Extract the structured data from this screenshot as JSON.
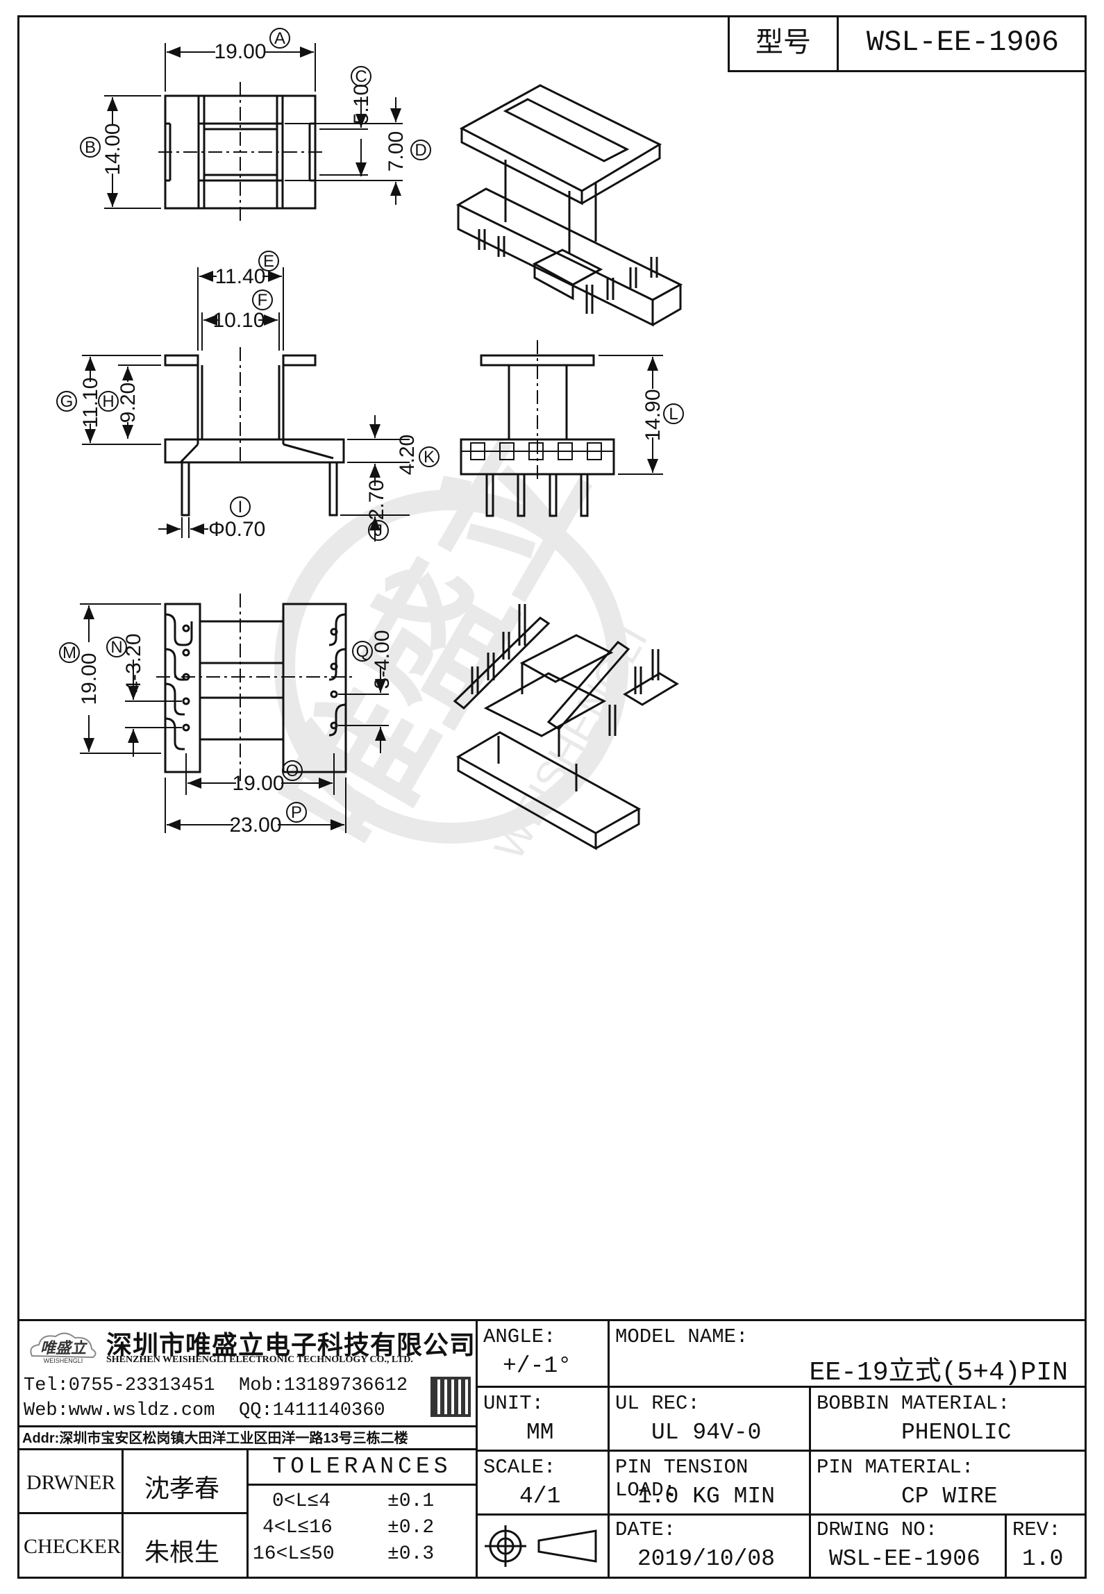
{
  "model_box": {
    "label": "型号",
    "value": "WSL-EE-1906"
  },
  "views": {
    "top": {
      "dims": [
        "19.00",
        "14.00",
        "5.10",
        "7.00"
      ],
      "callouts": [
        "A",
        "B",
        "C",
        "D"
      ]
    },
    "front": {
      "dims": [
        "11.40",
        "10.10",
        "11.10",
        "9.20",
        "4.20",
        "2.70",
        "Φ0.70"
      ],
      "callouts": [
        "E",
        "F",
        "G",
        "H",
        "K",
        "J",
        "I"
      ]
    },
    "side": {
      "dims": [
        "14.90"
      ],
      "callouts": [
        "L"
      ]
    },
    "bottom": {
      "dims": [
        "19.00",
        "4-3.20",
        "3-4.00",
        "19.00",
        "23.00"
      ],
      "callouts": [
        "M",
        "N",
        "Q",
        "O",
        "P"
      ]
    }
  },
  "watermark": {
    "cn": "唯盛立",
    "en": "WEISHENGLI"
  },
  "company": {
    "logo_text": "唯盛立",
    "logo_sub": "WEISHENGLI",
    "name_cn": "深圳市唯盛立电子科技有限公司",
    "name_en": "SHENZHEN WEISHENGLI ELECTRONIC TECHNOLOGY CO., LTD.",
    "tel": "Tel:0755-23313451",
    "mob": "Mob:13189736612",
    "web": "Web:www.wsldz.com",
    "qq": "QQ:1411140360",
    "addr": "Addr:深圳市宝安区松岗镇大田洋工业区田洋一路13号三栋二楼"
  },
  "angle": {
    "label": "ANGLE:",
    "value": "+/-1°"
  },
  "model_name": {
    "label": "MODEL NAME:",
    "value": "EE-19立式(5+4)PIN"
  },
  "unit": {
    "label": "UNIT:",
    "value": "MM"
  },
  "ul_rec": {
    "label": "UL REC:",
    "value": "UL 94V-0"
  },
  "bobbin_material": {
    "label": "BOBBIN MATERIAL:",
    "value": "PHENOLIC"
  },
  "drawer": {
    "label": "DRWNER",
    "value": "沈孝春"
  },
  "checker": {
    "label": "CHECKER",
    "value": "朱根生"
  },
  "tolerances": {
    "title": "TOLERANCES",
    "rows": [
      {
        "range": "0<L≤4",
        "tol": "±0.1"
      },
      {
        "range": "4<L≤16",
        "tol": "±0.2"
      },
      {
        "range": "16<L≤50",
        "tol": "±0.3"
      }
    ]
  },
  "scale": {
    "label": "SCALE:",
    "value": "4/1"
  },
  "pin_tension": {
    "label": "PIN TENSION LOAD:",
    "value": "1.0 KG MIN"
  },
  "pin_material": {
    "label": "PIN MATERIAL:",
    "value": "CP WIRE"
  },
  "date": {
    "label": "DATE:",
    "value": "2019/10/08"
  },
  "drawing_no": {
    "label": "DRWING NO:",
    "value": "WSL-EE-1906"
  },
  "rev": {
    "label": "REV:",
    "value": "1.0"
  }
}
